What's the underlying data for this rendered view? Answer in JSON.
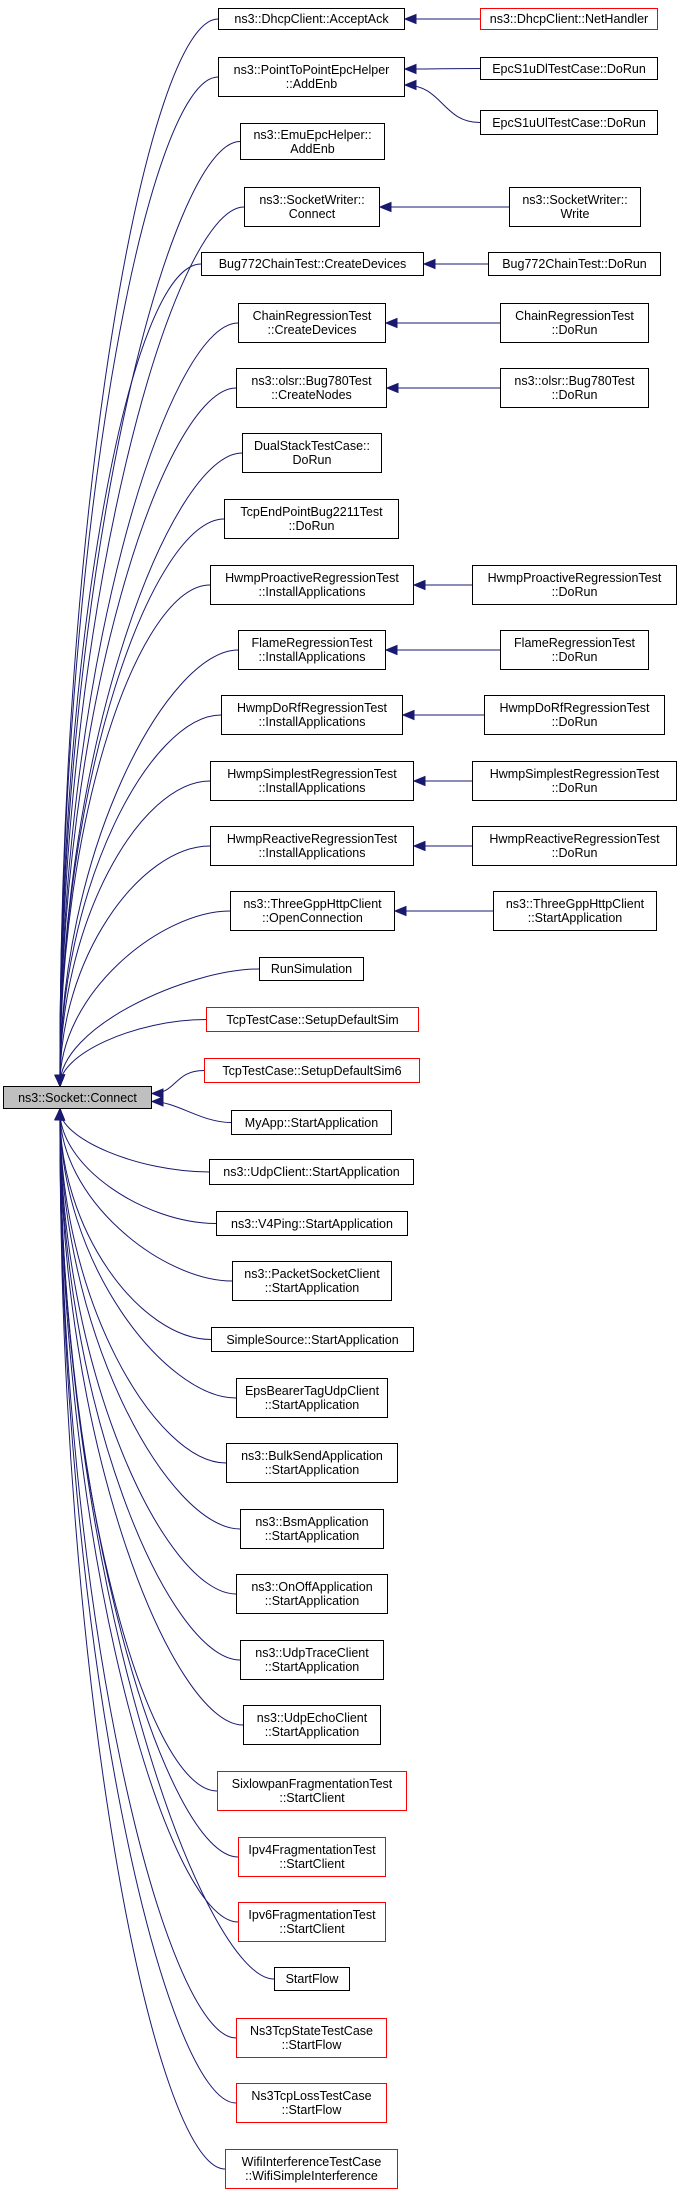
{
  "edge_color": "#191970",
  "root": {
    "label": "ns3::Socket::Connect"
  },
  "callers": [
    {
      "id": "c1",
      "label": "ns3::DhcpClient::AcceptAck",
      "callers": [
        {
          "id": "c1a",
          "label": "ns3::DhcpClient::NetHandler",
          "red": true
        }
      ]
    },
    {
      "id": "c2",
      "label": "ns3::PointToPointEpcHelper\n::AddEnb",
      "callers": [
        {
          "id": "c2a",
          "label": "EpcS1uDlTestCase::DoRun"
        },
        {
          "id": "c2b",
          "label": "EpcS1uUlTestCase::DoRun"
        }
      ]
    },
    {
      "id": "c3",
      "label": "ns3::EmuEpcHelper::\nAddEnb"
    },
    {
      "id": "c4",
      "label": "ns3::SocketWriter::\nConnect",
      "callers": [
        {
          "id": "c4a",
          "label": "ns3::SocketWriter::\nWrite"
        }
      ]
    },
    {
      "id": "c5",
      "label": "Bug772ChainTest::CreateDevices",
      "callers": [
        {
          "id": "c5a",
          "label": "Bug772ChainTest::DoRun"
        }
      ]
    },
    {
      "id": "c6",
      "label": "ChainRegressionTest\n::CreateDevices",
      "callers": [
        {
          "id": "c6a",
          "label": "ChainRegressionTest\n::DoRun"
        }
      ]
    },
    {
      "id": "c7",
      "label": "ns3::olsr::Bug780Test\n::CreateNodes",
      "callers": [
        {
          "id": "c7a",
          "label": "ns3::olsr::Bug780Test\n::DoRun"
        }
      ]
    },
    {
      "id": "c8",
      "label": "DualStackTestCase::\nDoRun"
    },
    {
      "id": "c9",
      "label": "TcpEndPointBug2211Test\n::DoRun"
    },
    {
      "id": "c10",
      "label": "HwmpProactiveRegressionTest\n::InstallApplications",
      "callers": [
        {
          "id": "c10a",
          "label": "HwmpProactiveRegressionTest\n::DoRun"
        }
      ]
    },
    {
      "id": "c11",
      "label": "FlameRegressionTest\n::InstallApplications",
      "callers": [
        {
          "id": "c11a",
          "label": "FlameRegressionTest\n::DoRun"
        }
      ]
    },
    {
      "id": "c12",
      "label": "HwmpDoRfRegressionTest\n::InstallApplications",
      "callers": [
        {
          "id": "c12a",
          "label": "HwmpDoRfRegressionTest\n::DoRun"
        }
      ]
    },
    {
      "id": "c13",
      "label": "HwmpSimplestRegressionTest\n::InstallApplications",
      "callers": [
        {
          "id": "c13a",
          "label": "HwmpSimplestRegressionTest\n::DoRun"
        }
      ]
    },
    {
      "id": "c14",
      "label": "HwmpReactiveRegressionTest\n::InstallApplications",
      "callers": [
        {
          "id": "c14a",
          "label": "HwmpReactiveRegressionTest\n::DoRun"
        }
      ]
    },
    {
      "id": "c15",
      "label": "ns3::ThreeGppHttpClient\n::OpenConnection",
      "callers": [
        {
          "id": "c15a",
          "label": "ns3::ThreeGppHttpClient\n::StartApplication"
        }
      ]
    },
    {
      "id": "c16",
      "label": "RunSimulation"
    },
    {
      "id": "c17",
      "label": "TcpTestCase::SetupDefaultSim",
      "red": true
    },
    {
      "id": "c18",
      "label": "TcpTestCase::SetupDefaultSim6",
      "red": true
    },
    {
      "id": "c19",
      "label": "MyApp::StartApplication"
    },
    {
      "id": "c20",
      "label": "ns3::UdpClient::StartApplication"
    },
    {
      "id": "c21",
      "label": "ns3::V4Ping::StartApplication"
    },
    {
      "id": "c22",
      "label": "ns3::PacketSocketClient\n::StartApplication"
    },
    {
      "id": "c23",
      "label": "SimpleSource::StartApplication"
    },
    {
      "id": "c24",
      "label": "EpsBearerTagUdpClient\n::StartApplication"
    },
    {
      "id": "c25",
      "label": "ns3::BulkSendApplication\n::StartApplication"
    },
    {
      "id": "c26",
      "label": "ns3::BsmApplication\n::StartApplication"
    },
    {
      "id": "c27",
      "label": "ns3::OnOffApplication\n::StartApplication"
    },
    {
      "id": "c28",
      "label": "ns3::UdpTraceClient\n::StartApplication"
    },
    {
      "id": "c29",
      "label": "ns3::UdpEchoClient\n::StartApplication"
    },
    {
      "id": "c30",
      "label": "SixlowpanFragmentationTest\n::StartClient",
      "red": true
    },
    {
      "id": "c31",
      "label": "Ipv4FragmentationTest\n::StartClient",
      "red": true
    },
    {
      "id": "c32",
      "label": "Ipv6FragmentationTest\n::StartClient",
      "red": true
    },
    {
      "id": "c33",
      "label": "StartFlow"
    },
    {
      "id": "c34",
      "label": "Ns3TcpStateTestCase\n::StartFlow",
      "red": true
    },
    {
      "id": "c35",
      "label": "Ns3TcpLossTestCase\n::StartFlow",
      "red": true
    },
    {
      "id": "c36",
      "label": "WifiInterferenceTestCase\n::WifiSimpleInterference",
      "red": true
    }
  ]
}
